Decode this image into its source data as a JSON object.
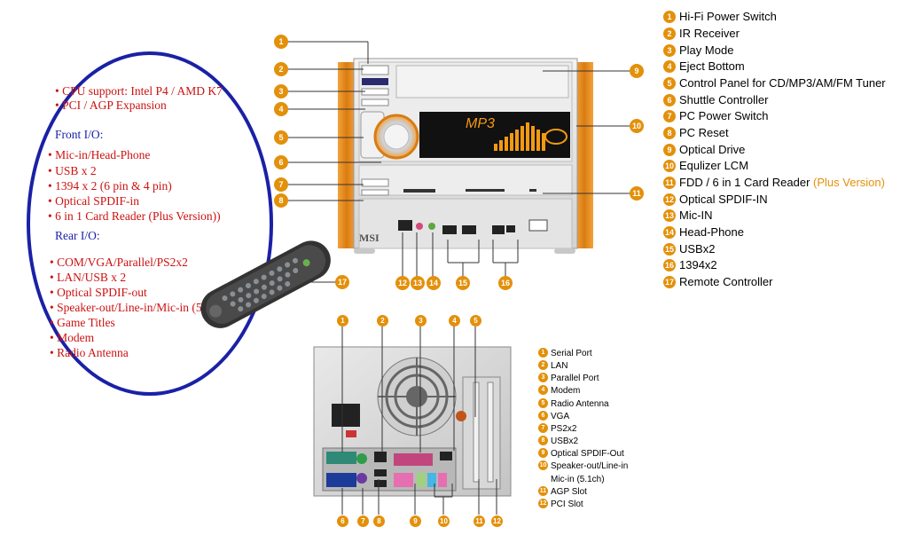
{
  "specs": {
    "general": [
      "CPU support: Intel P4 / AMD K7",
      "PCI / AGP Expansion"
    ],
    "front_heading": "Front I/O:",
    "front": [
      "Mic-in/Head-Phone",
      "USB x 2",
      "1394 x 2 (6 pin & 4 pin)",
      "Optical SPDIF-in",
      "6 in 1 Card Reader (Plus Version))"
    ],
    "rear_heading": "Rear I/O:",
    "rear": [
      "COM/VGA/Parallel/PS2x2",
      "LAN/USB x 2",
      "Optical SPDIF-out",
      "Speaker-out/Line-in/Mic-in (5.1ch)",
      "Game Titles",
      "Modem",
      "Radio Antenna"
    ]
  },
  "front_legend": [
    {
      "n": "1",
      "text": "Hi-Fi Power Switch"
    },
    {
      "n": "2",
      "text": "IR Receiver"
    },
    {
      "n": "3",
      "text": "Play Mode"
    },
    {
      "n": "4",
      "text": "Eject Bottom"
    },
    {
      "n": "5",
      "text": "Control Panel for CD/MP3/AM/FM Tuner"
    },
    {
      "n": "6",
      "text": "Shuttle Controller"
    },
    {
      "n": "7",
      "text": "PC Power Switch"
    },
    {
      "n": "8",
      "text": "PC Reset"
    },
    {
      "n": "9",
      "text": "Optical Drive"
    },
    {
      "n": "10",
      "text": "Equlizer LCM"
    },
    {
      "n": "11",
      "text": "FDD / 6 in 1 Card Reader",
      "extra": "(Plus Version)"
    },
    {
      "n": "12",
      "text": "Optical SPDIF-IN"
    },
    {
      "n": "13",
      "text": "Mic-IN"
    },
    {
      "n": "14",
      "text": "Head-Phone"
    },
    {
      "n": "15",
      "text": "USBx2"
    },
    {
      "n": "16",
      "text": "1394x2"
    },
    {
      "n": "17",
      "text": "Remote Controller"
    }
  ],
  "rear_legend": [
    {
      "n": "1",
      "text": "Serial Port"
    },
    {
      "n": "2",
      "text": "LAN"
    },
    {
      "n": "3",
      "text": "Parallel Port"
    },
    {
      "n": "4",
      "text": "Modem"
    },
    {
      "n": "5",
      "text": "Radio Antenna"
    },
    {
      "n": "6",
      "text": "VGA"
    },
    {
      "n": "7",
      "text": "PS2x2"
    },
    {
      "n": "8",
      "text": "USBx2"
    },
    {
      "n": "9",
      "text": "Optical SPDIF-Out"
    },
    {
      "n": "10",
      "text": "Speaker-out/Line-in"
    },
    {
      "n": "",
      "text": "Mic-in (5.1ch)"
    },
    {
      "n": "11",
      "text": "AGP Slot"
    },
    {
      "n": "12",
      "text": "PCI Slot"
    }
  ],
  "front_callouts": [
    "1",
    "2",
    "3",
    "4",
    "5",
    "6",
    "7",
    "8",
    "9",
    "10",
    "11",
    "12",
    "13",
    "14",
    "15",
    "16",
    "17"
  ],
  "rear_callouts": [
    "1",
    "2",
    "3",
    "4",
    "5",
    "6",
    "7",
    "8",
    "9",
    "10",
    "11",
    "12"
  ],
  "lcd_text": "MP3",
  "brand": "MSI",
  "colors": {
    "accent": "#e3900a",
    "spec_text": "#cc1111",
    "oval": "#1a21a6",
    "lcd": "#f39a12"
  }
}
